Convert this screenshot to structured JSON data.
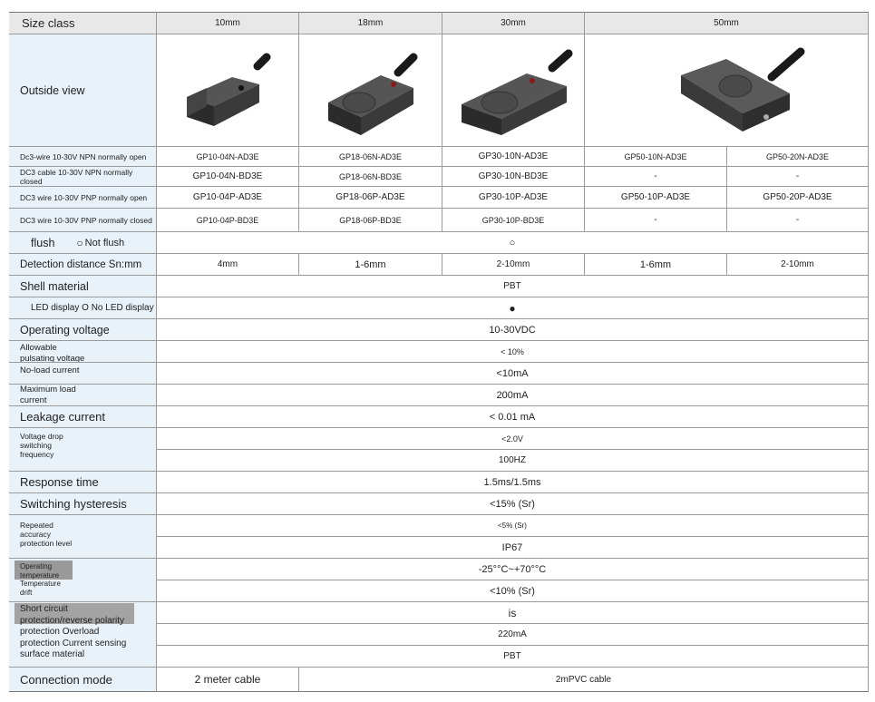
{
  "header": {
    "label": "Size class",
    "sizes": [
      "10mm",
      "18mm",
      "30mm",
      "50mm"
    ]
  },
  "outside_view": {
    "label": "Outside view",
    "images": [
      "sensor-10mm-icon",
      "sensor-18mm-icon",
      "sensor-30mm-icon",
      "sensor-50mm-icon"
    ]
  },
  "models": [
    {
      "label": "Dc3-wire 10-30V NPN normally open",
      "values": [
        "GP10-04N-AD3E",
        "GP18-06N-AD3E",
        "GP30-10N-AD3E",
        "GP50-10N-AD3E",
        "GP50-20N-AD3E"
      ]
    },
    {
      "label": "DC3 cable 10-30V NPN normally closed",
      "values": [
        "GP10-04N-BD3E",
        "GP18-06N-BD3E",
        "GP30-10N-BD3E",
        "-",
        "-"
      ]
    },
    {
      "label": "DC3 wire 10-30V PNP normally open",
      "values": [
        "GP10-04P-AD3E",
        "GP18-06P-AD3E",
        "GP30-10P-AD3E",
        "GP50-10P-AD3E",
        "GP50-20P-AD3E"
      ]
    },
    {
      "label": "DC3 wire 10-30V PNP normally closed",
      "values": [
        "GP10-04P-BD3E",
        "GP18-06P-BD3E",
        "GP30-10P-BD3E",
        "-",
        "-"
      ]
    }
  ],
  "flush": {
    "label": "flush",
    "alt_label": "Not flush",
    "alt_symbol": "○",
    "value": "○"
  },
  "detection": {
    "label": "Detection distance Sn:mm",
    "values": [
      "4mm",
      "1-6mm",
      "2-10mm",
      "1-6mm",
      "2-10mm"
    ]
  },
  "shell": {
    "label": "Shell material",
    "value": "PBT"
  },
  "led": {
    "label": "LED display O No LED display",
    "value": "●"
  },
  "voltage": {
    "label": "Operating voltage",
    "value": "10-30VDC"
  },
  "ripple": {
    "label_lines": [
      "Allowable",
      "pulsating voltage"
    ],
    "value": "< 10%"
  },
  "noload": {
    "label": "No-load current",
    "value": "<10mA"
  },
  "maxload": {
    "label_lines": [
      "Maximum load",
      "current"
    ],
    "value": "200mA"
  },
  "leakage": {
    "label": "Leakage current",
    "value": "< 0.01 mA"
  },
  "vdrop": {
    "label_lines": [
      "Voltage drop",
      "switching",
      "frequency"
    ],
    "values": [
      "<2.0V",
      "100HZ"
    ]
  },
  "response": {
    "label": "Response time",
    "value": "1.5ms/1.5ms"
  },
  "hysteresis": {
    "label": "Switching hysteresis",
    "value": "<15% (Sr)"
  },
  "repeat": {
    "label_lines": [
      "Repeated",
      "accuracy",
      "protection level"
    ],
    "values": [
      "<5% (Sr)",
      "IP67"
    ]
  },
  "temp": {
    "label_lines": [
      "Operating",
      "temperature",
      "Temperature",
      "drift"
    ],
    "values": [
      "-25°°C~+70°°C",
      "<10% (Sr)"
    ]
  },
  "protection": {
    "label_lines": [
      "Short circuit",
      "protection/reverse polarity",
      "protection Overload",
      "protection Current sensing",
      "surface material"
    ],
    "values": [
      "is",
      "220mA",
      "PBT"
    ]
  },
  "connection": {
    "label": "Connection mode",
    "values": [
      "2 meter cable",
      "2mPVC cable"
    ]
  }
}
